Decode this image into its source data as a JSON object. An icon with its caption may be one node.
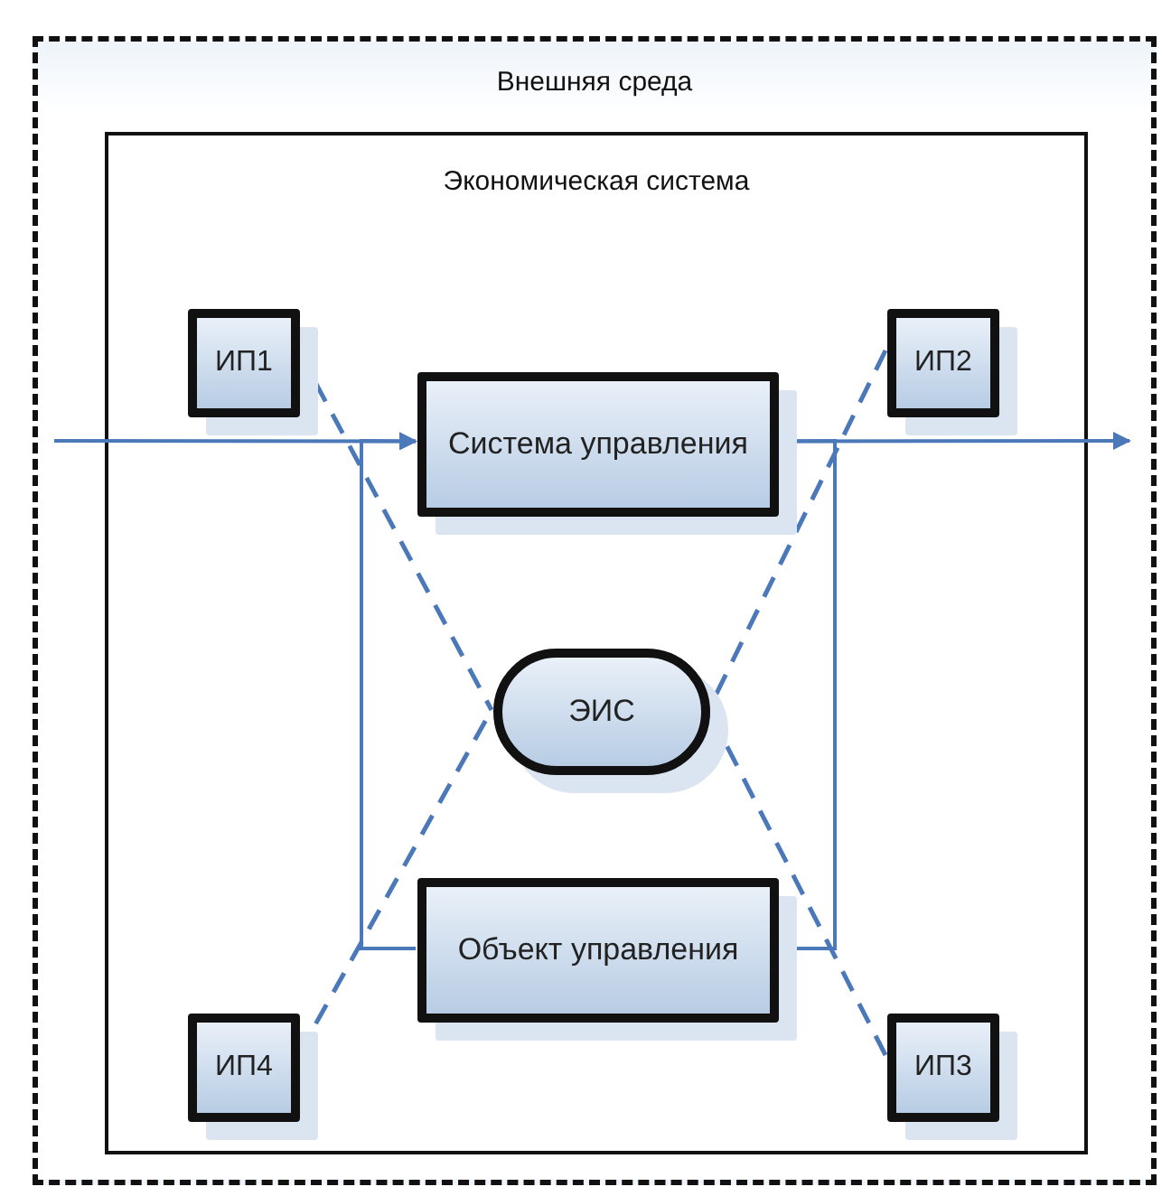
{
  "diagram": {
    "nodes": [
      {
        "text": [
          "Внешняя среда"
        ]
      },
      {
        "text": [
          "Экономическая система"
        ],
        "in": 0
      },
      {
        "text": [
          "ИП1"
        ],
        "in": 1
      },
      {
        "text": [
          "Система управления"
        ],
        "in": 1
      },
      {
        "text": [
          "ИП2"
        ],
        "in": 1
      },
      {
        "text": [
          "ЭИС"
        ],
        "in": 1
      },
      {
        "text": [
          "Объект управления"
        ],
        "in": 1
      },
      {
        "text": [
          "ИП4"
        ],
        "in": 1
      },
      {
        "text": [
          "ИП3"
        ],
        "in": 1
      }
    ],
    "edges": [
      {
        "from": null,
        "to": 3,
        "arrow": "to"
      },
      {
        "from": 3,
        "to": null,
        "arrow": "to"
      },
      {
        "from": 6,
        "to": 3,
        "arrow": "to"
      },
      {
        "from": 3,
        "to": 6,
        "arrow": "to"
      },
      {
        "from": 2,
        "to": 5,
        "arrow": "none",
        "style": "dashed"
      },
      {
        "from": 4,
        "to": 5,
        "arrow": "none",
        "style": "dashed"
      },
      {
        "from": 8,
        "to": 5,
        "arrow": "none",
        "style": "dashed"
      },
      {
        "from": 7,
        "to": 5,
        "arrow": "none",
        "style": "dashed"
      }
    ]
  }
}
